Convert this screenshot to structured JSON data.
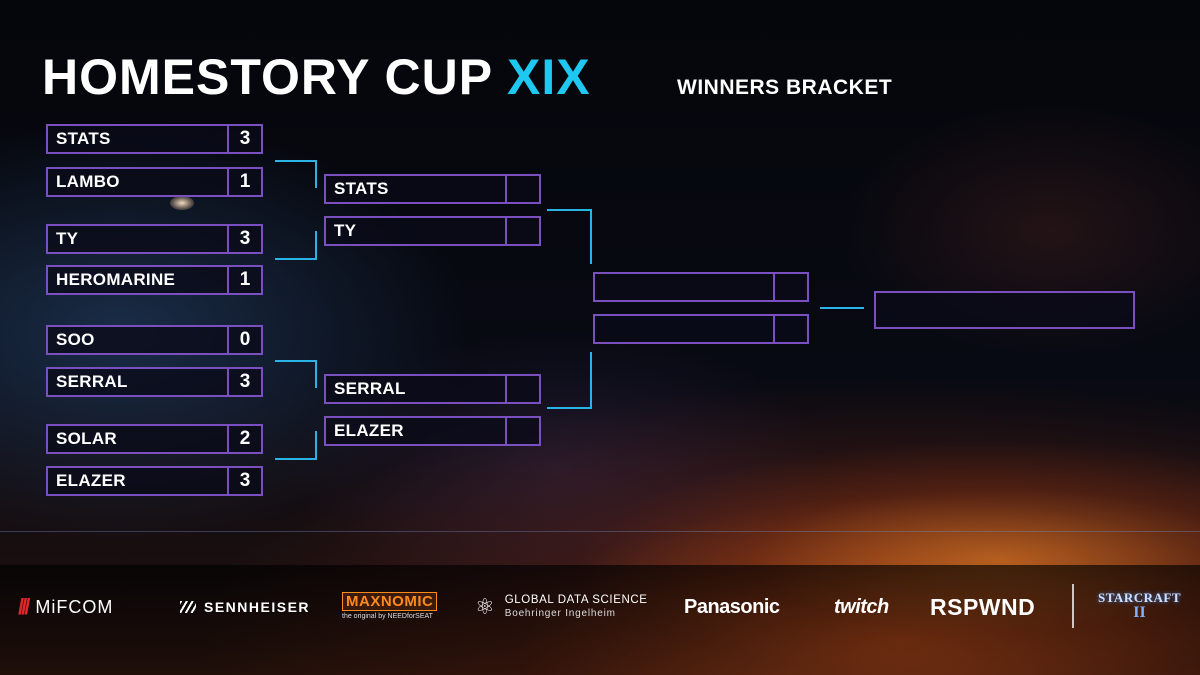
{
  "header": {
    "title": "HOMESTORY CUP",
    "title_accent": "XIX",
    "subtitle": "WINNERS BRACKET"
  },
  "colors": {
    "accent": "#1ec8f0",
    "slot_border": "#7a4fbf",
    "connector": "#2ab4e6"
  },
  "round1": [
    {
      "name": "STATS",
      "score": "3"
    },
    {
      "name": "LAMBO",
      "score": "1"
    },
    {
      "name": "TY",
      "score": "3"
    },
    {
      "name": "HEROMARINE",
      "score": "1"
    },
    {
      "name": "SOO",
      "score": "0"
    },
    {
      "name": "SERRAL",
      "score": "3"
    },
    {
      "name": "SOLAR",
      "score": "2"
    },
    {
      "name": "ELAZER",
      "score": "3"
    }
  ],
  "round2": [
    {
      "name": "STATS",
      "score": ""
    },
    {
      "name": "TY",
      "score": ""
    },
    {
      "name": "SERRAL",
      "score": ""
    },
    {
      "name": "ELAZER",
      "score": ""
    }
  ],
  "round3": [
    {
      "name": "",
      "score": ""
    },
    {
      "name": "",
      "score": ""
    }
  ],
  "final": {
    "name": ""
  },
  "sponsors": {
    "mifcom": "MiFCOM",
    "sennheiser": "SENNHEISER",
    "maxnomic": "MAXNOMIC",
    "maxnomic_tag": "the original by NEEDforSEAT",
    "gds_line1": "GLOBAL DATA SCIENCE",
    "gds_line2": "Boehringer Ingelheim",
    "panasonic": "Panasonic",
    "twitch": "twitch",
    "rspwnd": "RSPWND",
    "starcraft": "STARCRAFT",
    "starcraft_mark": "II"
  }
}
